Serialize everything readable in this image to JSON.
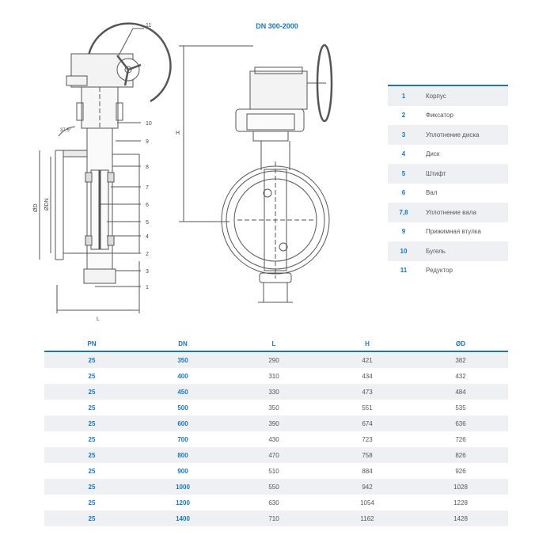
{
  "title": "DN 300-2000",
  "drawing": {
    "angle_label": "37,5°",
    "dim_od": "ØD",
    "dim_dn": "ØDN",
    "dim_l": "L",
    "dim_h": "H",
    "callouts": [
      "11",
      "10",
      "9",
      "8",
      "7",
      "6",
      "5",
      "4",
      "2",
      "3",
      "1"
    ]
  },
  "parts": [
    {
      "num": "1",
      "name": "Корпус"
    },
    {
      "num": "2",
      "name": "Фиксатор"
    },
    {
      "num": "3",
      "name": "Уплотнение диска"
    },
    {
      "num": "4",
      "name": "Диск"
    },
    {
      "num": "5",
      "name": "Штифт"
    },
    {
      "num": "6",
      "name": "Вал"
    },
    {
      "num": "7,8",
      "name": "Уплотнение вала"
    },
    {
      "num": "9",
      "name": "Прижимная втулка"
    },
    {
      "num": "10",
      "name": "Бугель"
    },
    {
      "num": "11",
      "name": "Редуктор"
    }
  ],
  "table": {
    "headers": [
      "PN",
      "DN",
      "L",
      "H",
      "ØD"
    ],
    "rows": [
      [
        "25",
        "350",
        "290",
        "421",
        "382"
      ],
      [
        "25",
        "400",
        "310",
        "434",
        "432"
      ],
      [
        "25",
        "450",
        "330",
        "473",
        "484"
      ],
      [
        "25",
        "500",
        "350",
        "551",
        "535"
      ],
      [
        "25",
        "600",
        "390",
        "674",
        "636"
      ],
      [
        "25",
        "700",
        "430",
        "723",
        "726"
      ],
      [
        "25",
        "800",
        "470",
        "758",
        "826"
      ],
      [
        "25",
        "900",
        "510",
        "884",
        "926"
      ],
      [
        "25",
        "1000",
        "550",
        "942",
        "1028"
      ],
      [
        "25",
        "1200",
        "630",
        "1054",
        "1228"
      ],
      [
        "25",
        "1400",
        "710",
        "1162",
        "1428"
      ]
    ]
  }
}
